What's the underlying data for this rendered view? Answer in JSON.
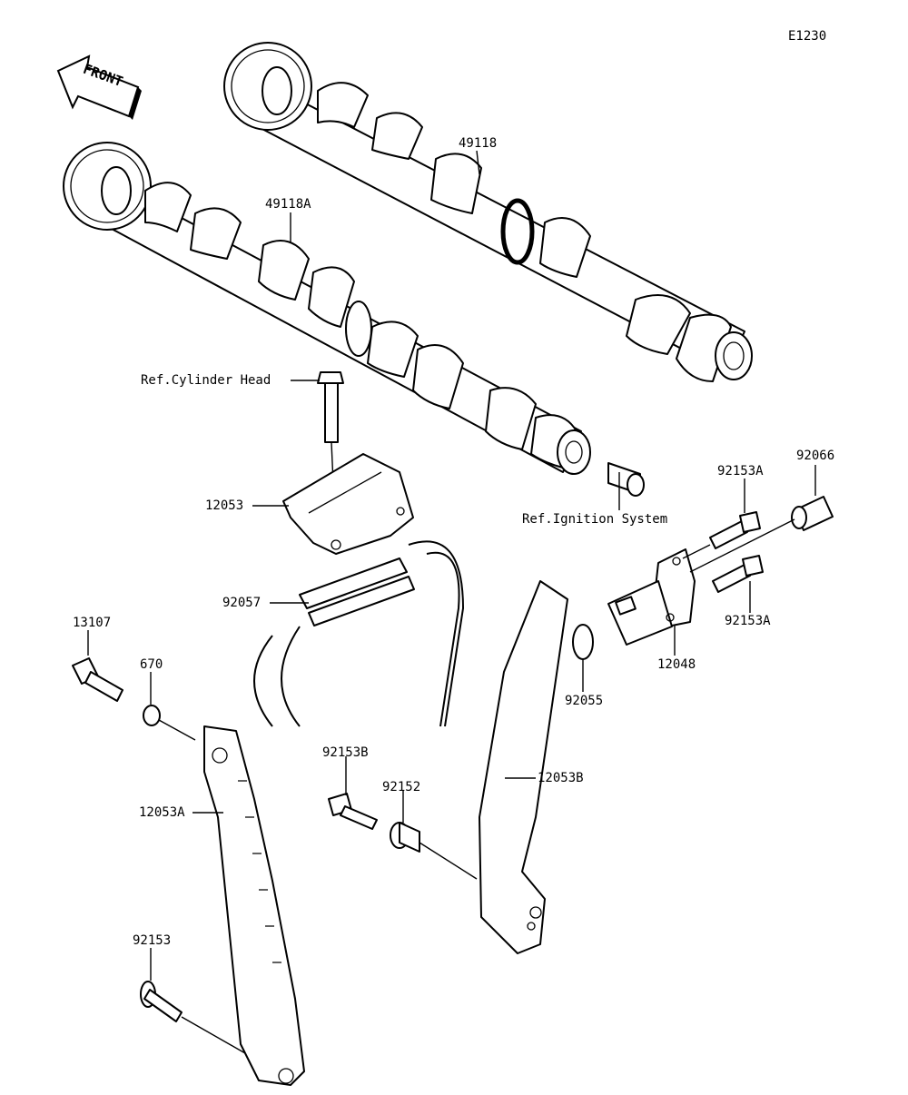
{
  "diagram_code": "E1230",
  "front_arrow_text": "FRONT",
  "labels": {
    "camshaft_exhaust": "49118",
    "camshaft_intake": "49118A",
    "ref_cylinder_head": "Ref.Cylinder Head",
    "chain_guide_upper": "12053",
    "ref_ignition_system": "Ref.Ignition System",
    "chain": "92057",
    "bolt_a_top": "92153A",
    "plug": "92066",
    "bolt_a_bottom": "92153A",
    "tensioner": "12048",
    "oring_tensioner": "92055",
    "guide_bolt": "13107",
    "oring_670": "670",
    "chain_guide_left": "12053A",
    "bolt_b": "92153B",
    "collar": "92152",
    "chain_guide_right": "12053B",
    "bolt_bottom": "92153"
  }
}
